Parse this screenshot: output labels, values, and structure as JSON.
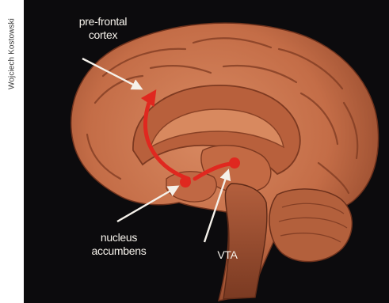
{
  "credit": "Wojciech Kostowski",
  "labels": {
    "prefrontal_line1": "pre-frontal",
    "prefrontal_line2": "cortex",
    "nacc_line1": "nucleus",
    "nacc_line2": "accumbens",
    "vta": "VTA"
  },
  "colors": {
    "background": "#0c0b0d",
    "brain": "#c9734e",
    "pathway": "#e0281f",
    "label_text": "#f5f1ea"
  }
}
